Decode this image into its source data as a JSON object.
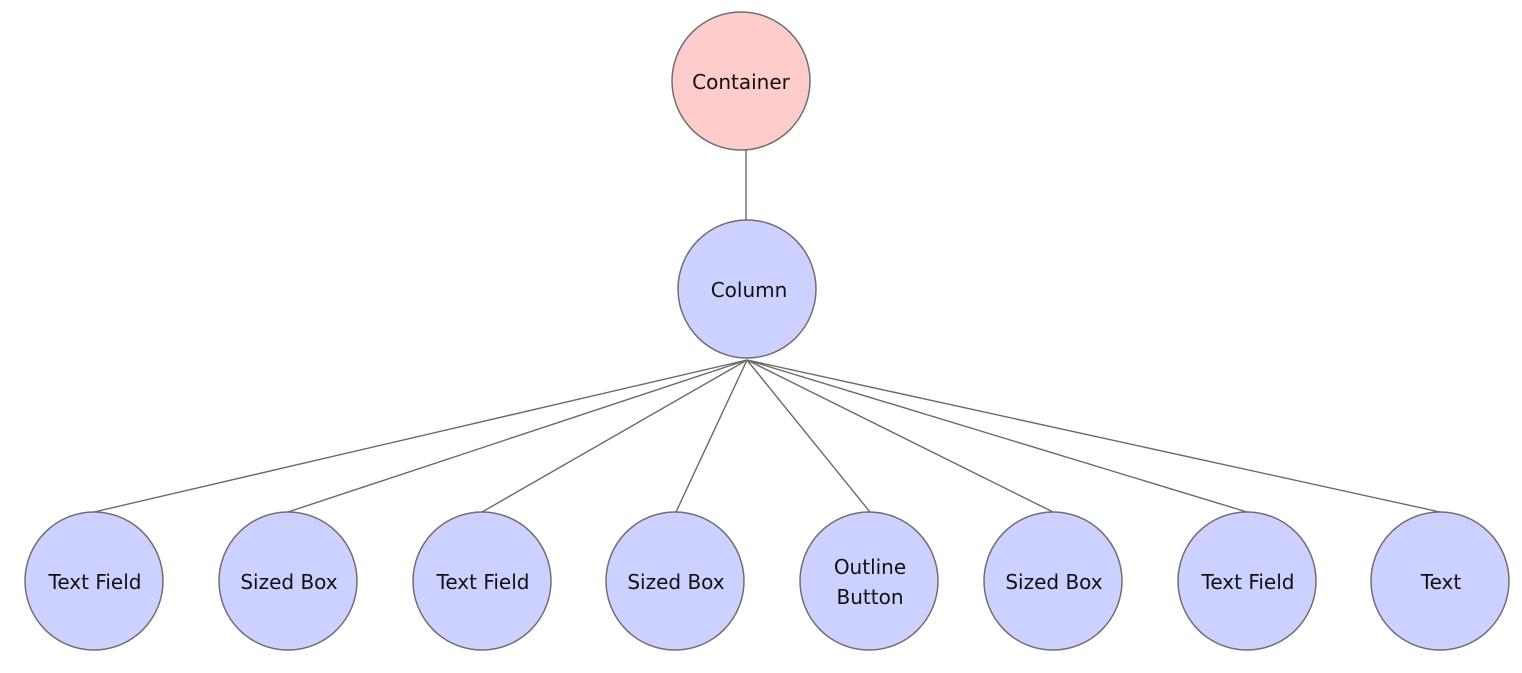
{
  "colors": {
    "root_fill": "#ffcccc",
    "node_fill": "#ccd1ff",
    "stroke": "#6f6f6f",
    "edge": "#6a6a6a",
    "text": "#111111"
  },
  "tree": {
    "root": {
      "id": "container",
      "label": "Container"
    },
    "middle": {
      "id": "column",
      "label": "Column"
    },
    "leaves": [
      {
        "id": "text-field-1",
        "lines": [
          "Text Field"
        ]
      },
      {
        "id": "sized-box-1",
        "lines": [
          "Sized Box"
        ]
      },
      {
        "id": "text-field-2",
        "lines": [
          "Text Field"
        ]
      },
      {
        "id": "sized-box-2",
        "lines": [
          "Sized Box"
        ]
      },
      {
        "id": "outline-button",
        "lines": [
          "Outline",
          "Button"
        ]
      },
      {
        "id": "sized-box-3",
        "lines": [
          "Sized Box"
        ]
      },
      {
        "id": "text-field-3",
        "lines": [
          "Text Field"
        ]
      },
      {
        "id": "text",
        "lines": [
          "Text"
        ]
      }
    ]
  }
}
